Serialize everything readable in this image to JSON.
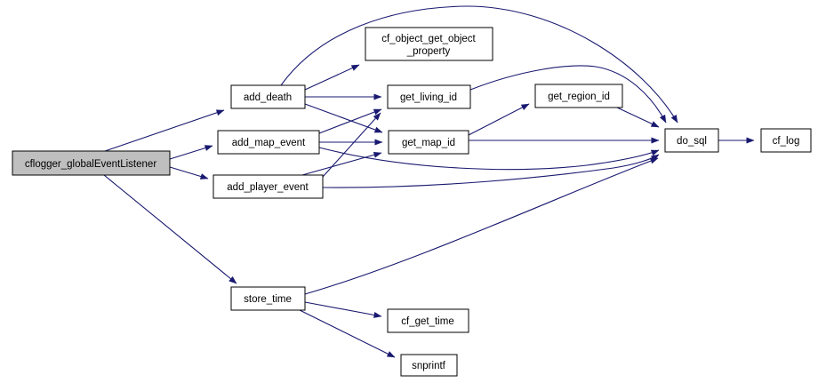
{
  "diagram": {
    "type": "call-graph",
    "background_color": "#ffffff",
    "edge_color": "#191970",
    "node_fill_color": "#ffffff",
    "node_border_color": "#000000",
    "highlight_fill_color": "#bfbfbf",
    "nodes": [
      {
        "id": "cflogger_globalEventListener",
        "label": "cflogger_globalEventListener",
        "highlighted": true
      },
      {
        "id": "add_death",
        "label": "add_death"
      },
      {
        "id": "add_map_event",
        "label": "add_map_event"
      },
      {
        "id": "add_player_event",
        "label": "add_player_event"
      },
      {
        "id": "store_time",
        "label": "store_time"
      },
      {
        "id": "cf_object_get_object_property",
        "label": "cf_object_get_object_property",
        "lines": [
          "cf_object_get_object",
          "_property"
        ]
      },
      {
        "id": "get_living_id",
        "label": "get_living_id"
      },
      {
        "id": "get_map_id",
        "label": "get_map_id"
      },
      {
        "id": "get_region_id",
        "label": "get_region_id"
      },
      {
        "id": "do_sql",
        "label": "do_sql"
      },
      {
        "id": "cf_log",
        "label": "cf_log"
      },
      {
        "id": "cf_get_time",
        "label": "cf_get_time"
      },
      {
        "id": "snprintf",
        "label": "snprintf"
      }
    ],
    "edges": [
      {
        "from": "cflogger_globalEventListener",
        "to": "add_death"
      },
      {
        "from": "cflogger_globalEventListener",
        "to": "add_map_event"
      },
      {
        "from": "cflogger_globalEventListener",
        "to": "add_player_event"
      },
      {
        "from": "cflogger_globalEventListener",
        "to": "store_time"
      },
      {
        "from": "add_death",
        "to": "cf_object_get_object_property"
      },
      {
        "from": "add_death",
        "to": "get_living_id"
      },
      {
        "from": "add_death",
        "to": "get_map_id"
      },
      {
        "from": "add_death",
        "to": "do_sql"
      },
      {
        "from": "add_map_event",
        "to": "get_living_id"
      },
      {
        "from": "add_map_event",
        "to": "get_map_id"
      },
      {
        "from": "add_map_event",
        "to": "do_sql"
      },
      {
        "from": "add_player_event",
        "to": "get_living_id"
      },
      {
        "from": "add_player_event",
        "to": "get_map_id"
      },
      {
        "from": "add_player_event",
        "to": "do_sql"
      },
      {
        "from": "get_living_id",
        "to": "do_sql"
      },
      {
        "from": "get_map_id",
        "to": "get_region_id"
      },
      {
        "from": "get_map_id",
        "to": "do_sql"
      },
      {
        "from": "get_region_id",
        "to": "do_sql"
      },
      {
        "from": "store_time",
        "to": "do_sql"
      },
      {
        "from": "store_time",
        "to": "cf_get_time"
      },
      {
        "from": "store_time",
        "to": "snprintf"
      },
      {
        "from": "do_sql",
        "to": "cf_log"
      }
    ]
  }
}
